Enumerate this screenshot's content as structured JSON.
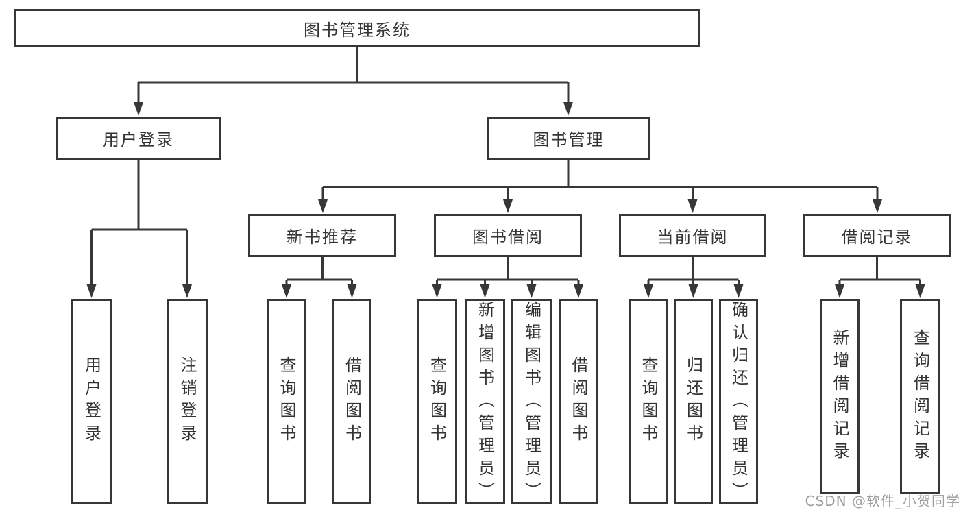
{
  "colors": {
    "line": "#373737",
    "box_border": "#373737",
    "box_background": "#ffffff",
    "text": "#333333",
    "watermark": "#9e9e9e"
  },
  "watermark": "CSDN @软件_小贺同学",
  "tree": {
    "label": "图书管理系统",
    "children": [
      {
        "label": "用户登录",
        "children": [
          {
            "label": "用户登录"
          },
          {
            "label": "注销登录"
          }
        ]
      },
      {
        "label": "图书管理",
        "children": [
          {
            "label": "新书推荐",
            "children": [
              {
                "label": "查询图书"
              },
              {
                "label": "借阅图书"
              }
            ]
          },
          {
            "label": "图书借阅",
            "children": [
              {
                "label": "查询图书"
              },
              {
                "label": "新增图书（管理员）"
              },
              {
                "label": "编辑图书（管理员）"
              },
              {
                "label": "借阅图书"
              }
            ]
          },
          {
            "label": "当前借阅",
            "children": [
              {
                "label": "查询图书"
              },
              {
                "label": "归还图书"
              },
              {
                "label": "确认归还（管理员）"
              }
            ]
          },
          {
            "label": "借阅记录",
            "children": [
              {
                "label": "新增借阅记录"
              },
              {
                "label": "查询借阅记录"
              }
            ]
          }
        ]
      }
    ]
  }
}
